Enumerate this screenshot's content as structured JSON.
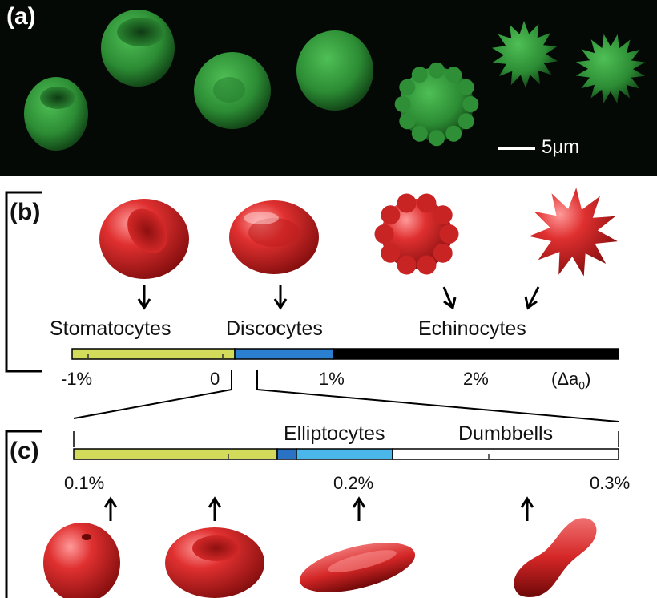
{
  "panels": {
    "a": {
      "label": "(a)",
      "scale_bar": "5μm",
      "bg_color": "#050905",
      "cell_color": "#2f9a3a"
    },
    "b": {
      "label": "(b)",
      "shapes": [
        "Stomatocytes",
        "Discocytes",
        "Echinocytes"
      ],
      "axis_ticks": [
        "-1%",
        "0",
        "1%",
        "2%"
      ],
      "axis_unit": "(Δa",
      "axis_unit_sub": "0",
      "axis_unit_close": ")",
      "colors": {
        "yellow": "#d2dc5a",
        "blue": "#2a7fd0",
        "black": "#000000"
      }
    },
    "c": {
      "label": "(c)",
      "shapes": [
        "Elliptocytes",
        "Dumbbells"
      ],
      "axis_ticks": [
        "0.1%",
        "0.2%",
        "0.3%"
      ],
      "colors": {
        "yellow": "#d2dc5a",
        "dark_blue": "#2a72c4",
        "light_blue": "#4ab6ea",
        "white": "#ffffff"
      }
    }
  },
  "cell_color": "#cc1f1f"
}
